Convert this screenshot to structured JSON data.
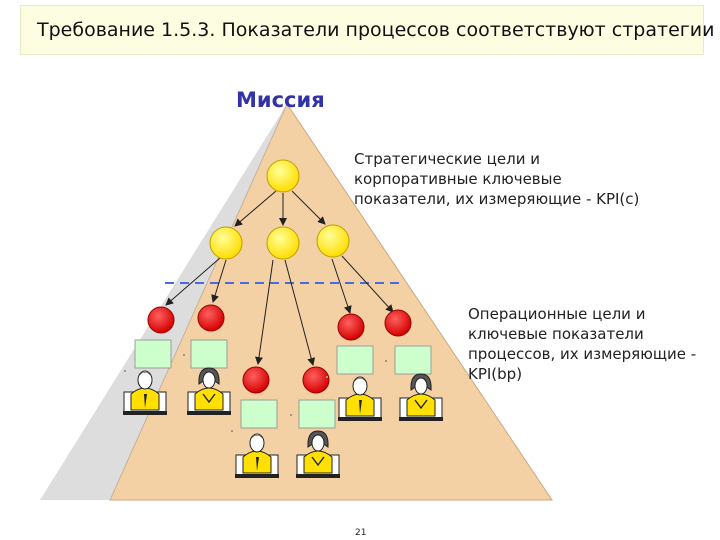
{
  "title": "Требование 1.5.3. Показатели процессов соответствуют стратегии",
  "mission": "Миссия",
  "notes": {
    "strategic": [
      "Стратегические цели и",
      "корпоративные ключевые",
      "показатели,  их измеряющие - KPI(c)"
    ],
    "operational": [
      "Операционные цели и",
      "ключевые показатели",
      "процессов, их измеряющие -",
      "KPI(bp)"
    ]
  },
  "page_number": "21",
  "colors": {
    "strategic_goal": "#ffee00",
    "operational_goal": "#ee0000",
    "process_box": "#ccffcc",
    "pyramid": "#f3d1a4",
    "divider": "#4a6ae0"
  },
  "icons": [
    "yellow-goal-circle",
    "red-goal-circle",
    "process-box",
    "employee-figure"
  ]
}
